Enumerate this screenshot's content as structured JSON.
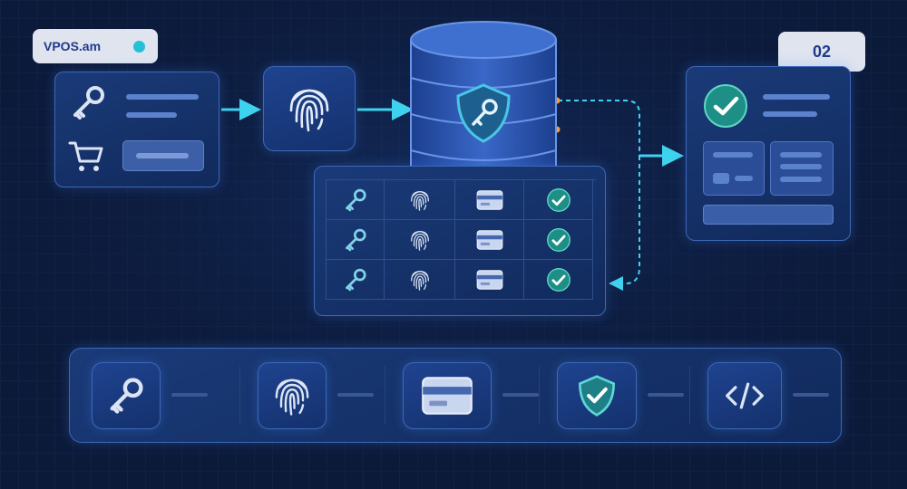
{
  "brand": {
    "name": "VPOS.am",
    "dot_color": "#22c1d6"
  },
  "step_badge": {
    "text": "02"
  },
  "colors": {
    "background": "#0c1a3a",
    "panel": "#15336c",
    "accent_cyan": "#3fd2ee",
    "check_teal": "#1e8f86",
    "orange_dot": "#ff9b2e"
  },
  "left_panel": {
    "icons": [
      "key-icon",
      "cart-icon"
    ]
  },
  "fingerprint_tile": {
    "icon": "fingerprint-icon"
  },
  "database": {
    "icon": "database-icon",
    "emblem": "shield-key-icon"
  },
  "table": {
    "columns": [
      "key-icon",
      "fingerprint-icon",
      "card-icon",
      "check-icon"
    ],
    "row_count": 3
  },
  "right_panel": {
    "icon": "check-circle-icon"
  },
  "bottom_strip": {
    "items": [
      "key-icon",
      "fingerprint-icon",
      "card-icon",
      "shield-check-icon",
      "code-icon"
    ]
  }
}
